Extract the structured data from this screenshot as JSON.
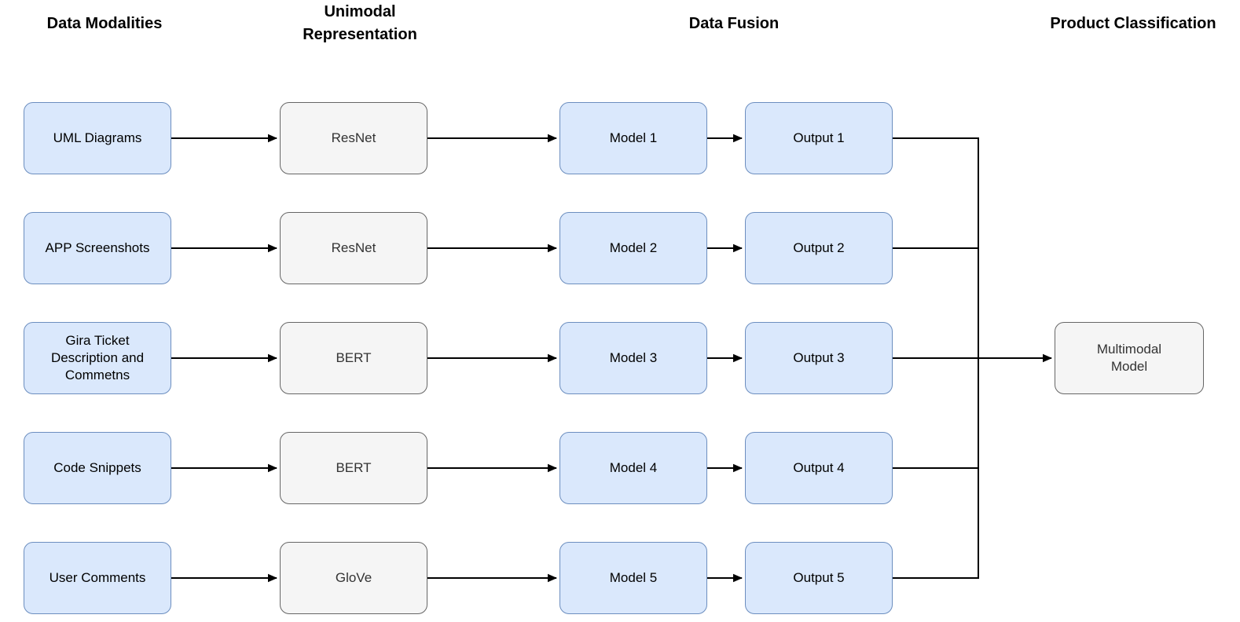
{
  "headers": [
    {
      "label": "Data Modalities"
    },
    {
      "label": "Unimodal Representation"
    },
    {
      "label": "Data Fusion"
    },
    {
      "label": "Product Classification"
    }
  ],
  "rows": [
    {
      "modality": "UML Diagrams",
      "encoder": "ResNet",
      "model": "Model 1",
      "output": "Output 1"
    },
    {
      "modality": "APP Screenshots",
      "encoder": "ResNet",
      "model": "Model 2",
      "output": "Output 2"
    },
    {
      "modality": "Gira Ticket Description and Commetns",
      "encoder": "BERT",
      "model": "Model 3",
      "output": "Output 3"
    },
    {
      "modality": "Code Snippets",
      "encoder": "BERT",
      "model": "Model 4",
      "output": "Output 4"
    },
    {
      "modality": "User Comments",
      "encoder": "GloVe",
      "model": "Model 5",
      "output": "Output 5"
    }
  ],
  "final_node": {
    "label": "Multimodal Model"
  },
  "colors": {
    "data_node_fill": "#dae8fc",
    "data_node_border": "#6c8ebf",
    "encoder_node_fill": "#f5f5f5",
    "encoder_node_border": "#666666",
    "encoder_node_text": "#333333",
    "data_node_text": "#000000",
    "connector": "#000000",
    "background": "#ffffff"
  }
}
